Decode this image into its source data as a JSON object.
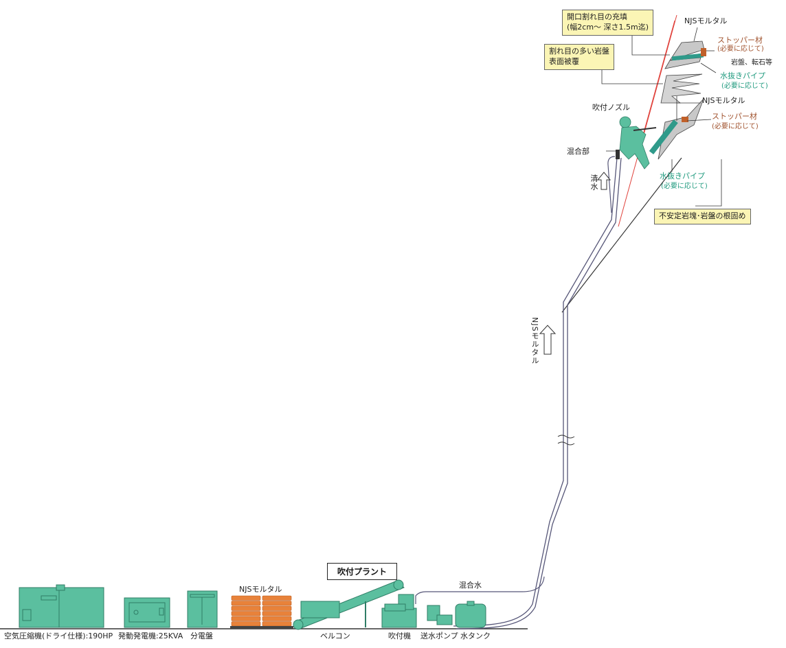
{
  "equipment": {
    "air_compressor": "空気圧縮機(ドライ仕様):190HP",
    "generator": "発動発電機:25KVA",
    "panel": "分電盤",
    "mortar_stack": "NJSモルタル",
    "belt_conveyor": "ベルコン",
    "sprayer": "吹付機",
    "water_pump": "送水ポンプ",
    "water_tank": "水タンク"
  },
  "plant_title": "吹付プラント",
  "mixed_water": "混合水",
  "pipe_label": "NJSモルタル",
  "clean_water": "清水",
  "mixing_part": "混合部",
  "spray_nozzle": "吹付ノズル",
  "callouts": {
    "crack_fill_line1": "開口割れ目の充填",
    "crack_fill_line2": "(幅2cm〜 深さ1.5m迄)",
    "surface_cover_line1": "割れ目の多い岩盤",
    "surface_cover_line2": "表面被覆",
    "root_fix": "不安定岩塊･岩盤の根固め"
  },
  "slope_labels": {
    "njs_top": "NJSモルタル",
    "stopper_top": "ストッパー材",
    "stopper_top_note": "(必要に応じて)",
    "rock": "岩盤、転石等",
    "drain_top": "水抜きパイプ",
    "drain_top_note": "(必要に応じて)",
    "njs_mid": "NJSモルタル",
    "stopper_mid": "ストッパー材",
    "stopper_mid_note": "(必要に応じて)",
    "drain_bottom": "水抜きパイプ",
    "drain_bottom_note": "(必要に応じて)"
  },
  "colors": {
    "equipment": "#5bbf9f",
    "equipment_dark": "#2f7d66",
    "mortar_bag": "#e8823a",
    "callout_bg": "#fbf5b5",
    "pipe": "#555577",
    "red_line": "#e0403a",
    "rock": "#c8c8c8"
  }
}
